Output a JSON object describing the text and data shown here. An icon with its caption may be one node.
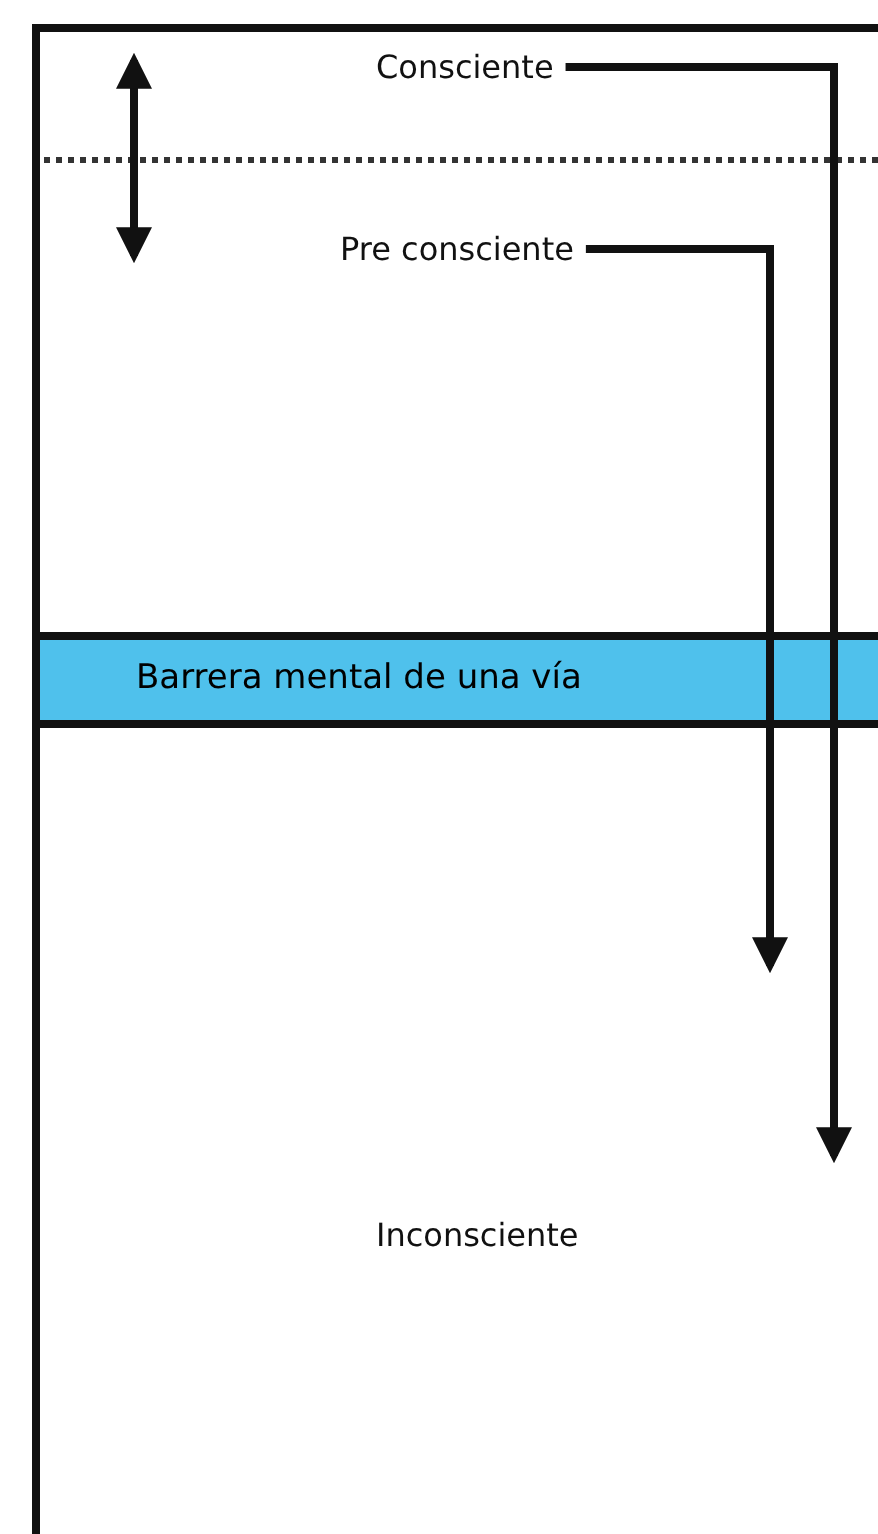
{
  "diagram": {
    "nodes": [
      {
        "text": [
          "Consciente"
        ]
      },
      {
        "text": [
          "Pre consciente"
        ]
      },
      {
        "text": [
          "Barrera mental de una vía"
        ]
      },
      {
        "text": [
          "Inconsciente"
        ]
      }
    ],
    "edges": [
      {
        "from": 0,
        "to": null,
        "arrow": "to"
      },
      {
        "from": 1,
        "to": null,
        "arrow": "to"
      }
    ]
  }
}
